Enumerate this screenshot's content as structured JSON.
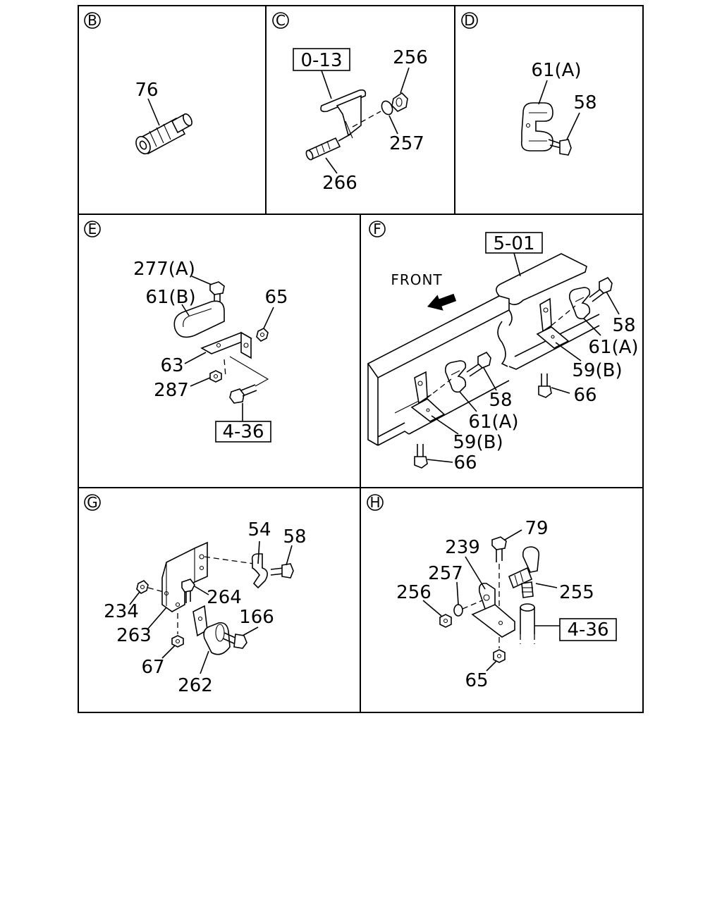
{
  "panels": {
    "B": {
      "letter": "B",
      "labels": {
        "p76": "76"
      }
    },
    "C": {
      "letter": "C",
      "ref": "0-13",
      "labels": {
        "p256": "256",
        "p257": "257",
        "p266": "266"
      }
    },
    "D": {
      "letter": "D",
      "labels": {
        "p61a": "61(A)",
        "p58": "58"
      }
    },
    "E": {
      "letter": "E",
      "ref": "4-36",
      "labels": {
        "p277a": "277(A)",
        "p61b": "61(B)",
        "p65": "65",
        "p63": "63",
        "p287": "287"
      }
    },
    "F": {
      "letter": "F",
      "ref": "5-01",
      "front": "FRONT",
      "labels": {
        "p58a": "58",
        "p61a_a": "61(A)",
        "p59b_a": "59(B)",
        "p66a": "66",
        "p58b": "58",
        "p61a_b": "61(A)",
        "p59b_b": "59(B)",
        "p66b": "66"
      }
    },
    "G": {
      "letter": "G",
      "labels": {
        "p54": "54",
        "p58": "58",
        "p264": "264",
        "p234": "234",
        "p263": "263",
        "p166": "166",
        "p67": "67",
        "p262": "262"
      }
    },
    "H": {
      "letter": "H",
      "ref": "4-36",
      "labels": {
        "p79": "79",
        "p239": "239",
        "p257": "257",
        "p256": "256",
        "p255": "255",
        "p65": "65"
      }
    }
  }
}
